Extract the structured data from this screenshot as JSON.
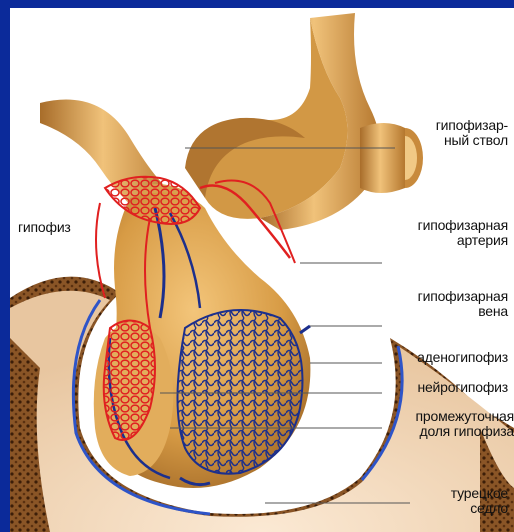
{
  "labels": {
    "hypophysis": "гипофиз",
    "stalk_1": "гипофизар-",
    "stalk_2": "ный ствол",
    "artery_1": "гипофизарная",
    "artery_2": "артерия",
    "vein_1": "гипофизарная",
    "vein_2": "вена",
    "adenohypophysis": "аденогипофиз",
    "neurohypophysis": "нейрогипофиз",
    "intermediate_1": "промежуточная",
    "intermediate_2": "доля гипофиза",
    "sella_1": "турецкое",
    "sella_2": "седло"
  },
  "colors": {
    "frame": "#0b2a9a",
    "gland": "#d9a24f",
    "artery": "#e02020",
    "vein": "#1c2f8c",
    "bone": "#7a4a22"
  }
}
